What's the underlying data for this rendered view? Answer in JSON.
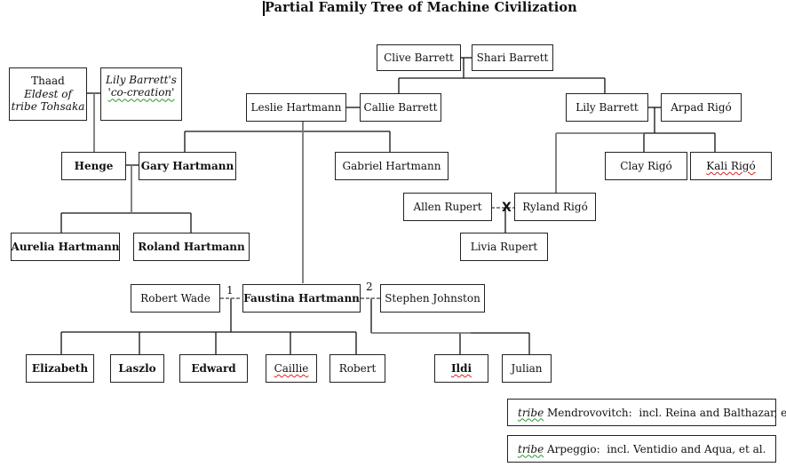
{
  "title": "Partial Family Tree of Machine Civilization",
  "people": {
    "clive_barrett": "Clive Barrett",
    "shari_barrett": "Shari Barrett",
    "thaad": "Thaad",
    "thaad_sub1": "Eldest of",
    "thaad_sub2": "tribe Tohsaka",
    "lily_cocreation_1": "Lily Barrett's",
    "lily_cocreation_2": "'co-creation'",
    "leslie_hartmann": "Leslie Hartmann",
    "callie_barrett": "Callie Barrett",
    "lily_barrett": "Lily Barrett",
    "arpad_rigo": "Arpad Rigó",
    "henge": "Henge",
    "gary_hartmann": "Gary Hartmann",
    "gabriel_hartmann": "Gabriel Hartmann",
    "clay_rigo": "Clay Rigó",
    "kali_rigo": "Kali Rigó",
    "allen_rupert": "Allen Rupert",
    "ryland_rigo": "Ryland Rigó",
    "livia_rupert": "Livia Rupert",
    "aurelia_hartmann": "Aurelia Hartmann",
    "roland_hartmann": "Roland Hartmann",
    "robert_wade": "Robert Wade",
    "faustina_hartmann": "Faustina Hartmann",
    "stephen_johnston": "Stephen Johnston",
    "elizabeth": "Elizabeth",
    "laszlo": "Laszlo",
    "edward": "Edward",
    "caillie": "Caillie",
    "robert": "Robert",
    "ildi": "Ildi",
    "julian": "Julian"
  },
  "marriage_labels": {
    "first": "1",
    "second": "2",
    "divorce": "X"
  },
  "notes": [
    {
      "tribe_word": "tribe",
      "text": " Mendrovovitch:  incl. Reina and Balthazar, et al."
    },
    {
      "tribe_word": "tribe",
      "text": " Arpeggio:  incl. Ventidio and Aqua, et al."
    }
  ],
  "colors": {
    "line": "#111111",
    "gray_line": "#777777",
    "spell_red": "#dd2222",
    "grammar_green": "#2a9a2a"
  }
}
